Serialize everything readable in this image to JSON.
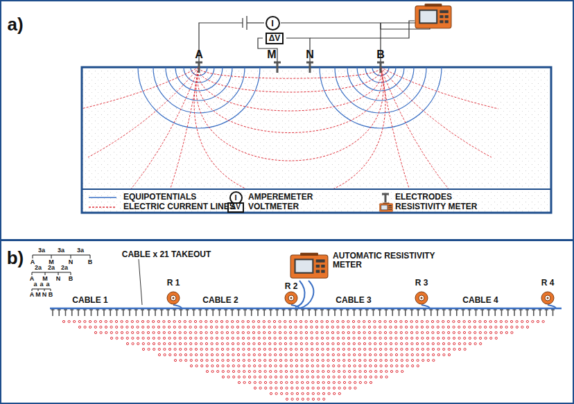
{
  "diagram": {
    "nodes": [
      {
        "text": [
          "I"
        ]
      },
      {
        "text": [
          "ΔV"
        ]
      },
      {
        "text": [
          "I"
        ]
      },
      {
        "text": [
          "ΔV"
        ]
      }
    ],
    "labels": [
      "a)",
      "A",
      "M",
      "N",
      "B",
      "b)",
      "3a",
      "3a",
      "3a",
      "A",
      "M",
      "N",
      "B",
      "2a",
      "2a",
      "2a",
      "A",
      "M",
      "N",
      "B",
      "a",
      "a",
      "a",
      "A",
      "M",
      "N",
      "B",
      "CABLE x 21 TAKEOUT",
      "AUTOMATIC RESISTIVITY METER",
      "R 1",
      "R 2",
      "R 3",
      "R 4",
      "CABLE 1",
      "CABLE 2",
      "CABLE 3",
      "CABLE 4"
    ],
    "legend": [
      {
        "text": "EQUIPOTENTIALS"
      },
      {
        "text": "ELECTRIC CURRENT LINES"
      },
      {
        "text": "AMPEREMETER"
      },
      {
        "text": "VOLTMETER"
      },
      {
        "text": "ELECTRODES"
      },
      {
        "text": "RESISTIVITY METER"
      }
    ]
  }
}
